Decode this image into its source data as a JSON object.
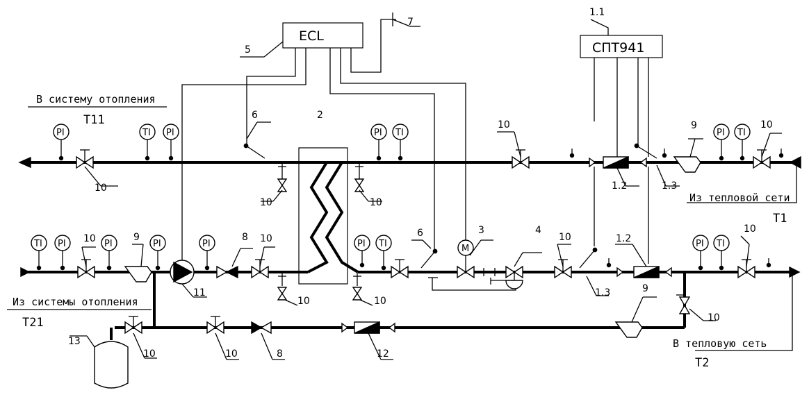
{
  "labels": {
    "to_heating": "В систему отопления",
    "from_heating": "Из системы отопления",
    "from_network": "Из тепловой сети",
    "to_network": "В тепловую сеть",
    "t11": "Т11",
    "t21": "Т21",
    "t1": "Т1",
    "t2": "Т2"
  },
  "boxes": {
    "ecl": "ECL",
    "spt": "СПТ941"
  },
  "gauges": {
    "pi": "PI",
    "ti": "TI",
    "m": "M"
  },
  "numbers": {
    "n1_1": "1.1",
    "n1_2": "1.2",
    "n1_3": "1.3",
    "n2": "2",
    "n3": "3",
    "n4": "4",
    "n5": "5",
    "n6": "6",
    "n7": "7",
    "n8": "8",
    "n9": "9",
    "n10": "10",
    "n11": "11",
    "n12": "12",
    "n13": "13"
  }
}
